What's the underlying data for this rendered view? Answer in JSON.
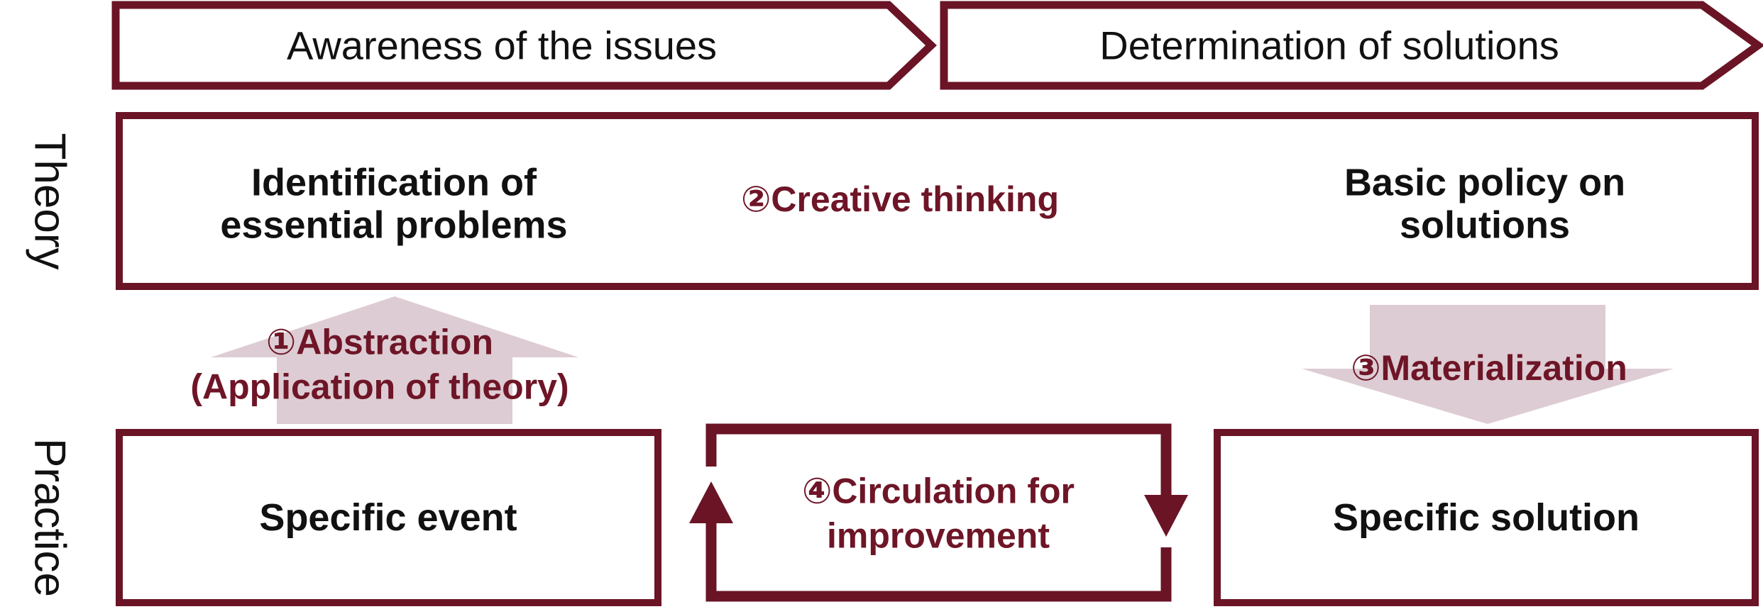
{
  "colors": {
    "maroon": "#6a1426",
    "maroon_text": "#6e1527",
    "pink": "#ddccd3",
    "black": "#111111"
  },
  "banners": {
    "awareness": "Awareness of the issues",
    "determination": "Determination of solutions"
  },
  "rows": {
    "theory_label": "Theory",
    "practice_label": "Practice"
  },
  "theory": {
    "identification_line1": "Identification of",
    "identification_line2": "essential problems",
    "creative_arrow_label": "②Creative thinking",
    "policy_line1": "Basic policy on",
    "policy_line2": "solutions"
  },
  "between": {
    "abstraction_line1": "①Abstraction",
    "abstraction_line2": "(Application of theory)",
    "materialization_label": "③Materialization"
  },
  "practice": {
    "event_label": "Specific event",
    "circulation_line1": "④Circulation for",
    "circulation_line2": "improvement",
    "solution_label": "Specific solution"
  }
}
